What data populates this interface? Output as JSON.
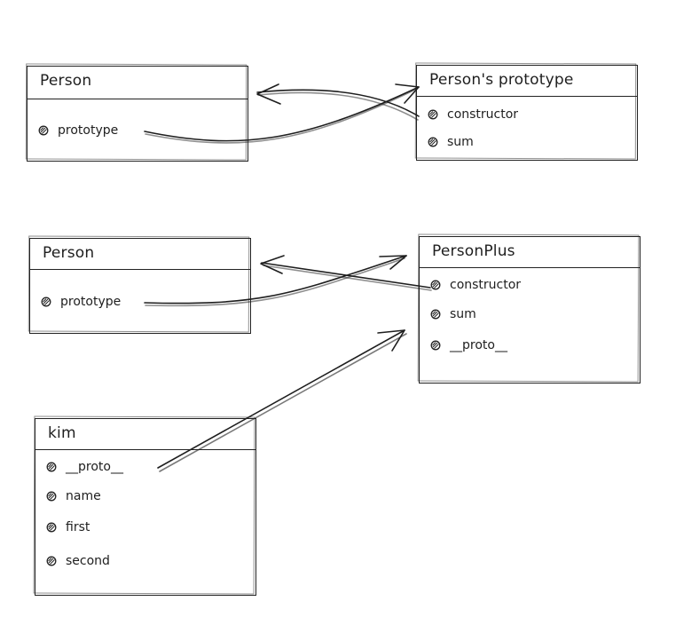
{
  "boxes": {
    "person_top": {
      "title": "Person",
      "fields": [
        "prototype"
      ]
    },
    "person_proto": {
      "title": "Person's prototype",
      "fields": [
        "constructor",
        "sum"
      ]
    },
    "person_mid": {
      "title": "Person",
      "fields": [
        "prototype"
      ]
    },
    "person_plus": {
      "title": "PersonPlus",
      "fields": [
        "constructor",
        "sum",
        "__proto__"
      ]
    },
    "kim": {
      "title": "kim",
      "fields": [
        "__proto__",
        "name",
        "first",
        "second"
      ]
    }
  },
  "colors": {
    "stroke": "#1e1e1e",
    "background": "#ffffff"
  },
  "icons": {
    "field_bullet": "hatched-circle-icon",
    "arrow_head": "arrow-head-icon"
  }
}
